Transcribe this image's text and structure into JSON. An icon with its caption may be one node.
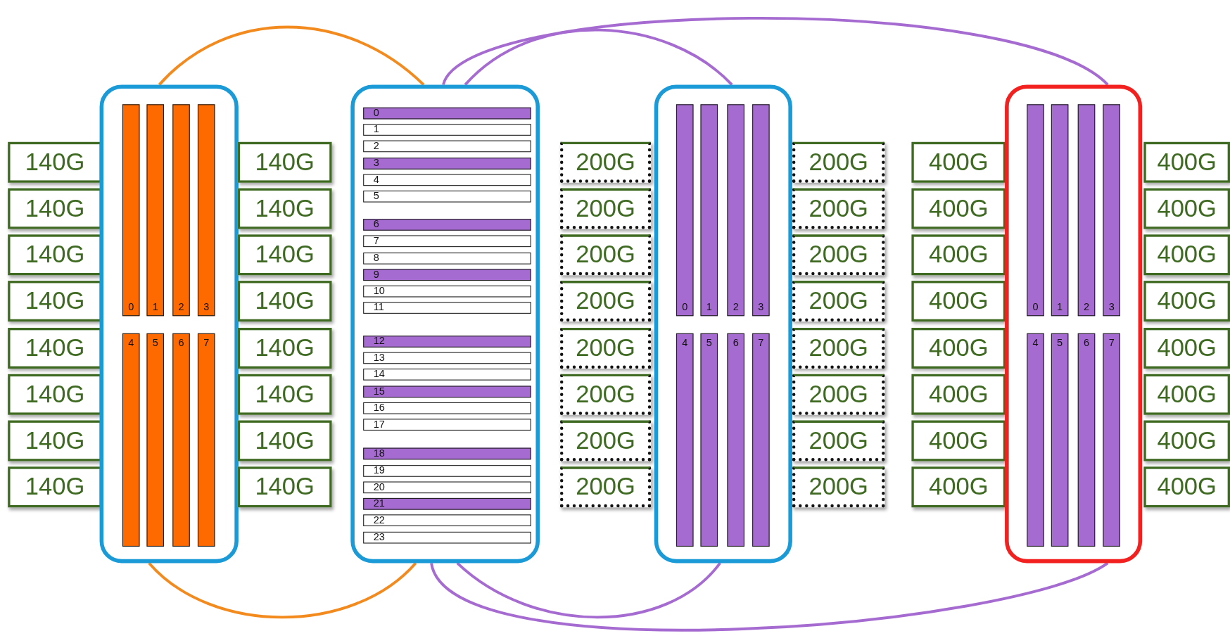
{
  "diagram": {
    "nodes": [
      {
        "text": [
          "140G"
        ]
      },
      {
        "text": [
          "140G"
        ]
      },
      {
        "text": [
          "140G"
        ]
      },
      {
        "text": [
          "140G"
        ]
      },
      {
        "text": [
          "140G"
        ]
      },
      {
        "text": [
          "140G"
        ]
      },
      {
        "text": [
          "140G"
        ]
      },
      {
        "text": [
          "140G"
        ]
      },
      {
        "text": [],
        "shape": "box"
      },
      {
        "text": [
          "0"
        ],
        "in": 8
      },
      {
        "text": [
          "1"
        ],
        "in": 8
      },
      {
        "text": [
          "2"
        ],
        "in": 8
      },
      {
        "text": [
          "3"
        ],
        "in": 8
      },
      {
        "text": [
          "4"
        ],
        "in": 8
      },
      {
        "text": [
          "5"
        ],
        "in": 8
      },
      {
        "text": [
          "6"
        ],
        "in": 8
      },
      {
        "text": [
          "7"
        ],
        "in": 8
      },
      {
        "text": [
          "140G"
        ]
      },
      {
        "text": [
          "140G"
        ]
      },
      {
        "text": [
          "140G"
        ]
      },
      {
        "text": [
          "140G"
        ]
      },
      {
        "text": [
          "140G"
        ]
      },
      {
        "text": [
          "140G"
        ]
      },
      {
        "text": [
          "140G"
        ]
      },
      {
        "text": [
          "140G"
        ]
      },
      {
        "text": [],
        "shape": "box"
      },
      {
        "text": [
          "0"
        ],
        "in": 25
      },
      {
        "text": [
          "1"
        ],
        "in": 25
      },
      {
        "text": [
          "2"
        ],
        "in": 25
      },
      {
        "text": [
          "3"
        ],
        "in": 25
      },
      {
        "text": [
          "4"
        ],
        "in": 25
      },
      {
        "text": [
          "5"
        ],
        "in": 25
      },
      {
        "text": [
          "6"
        ],
        "in": 25
      },
      {
        "text": [
          "7"
        ],
        "in": 25
      },
      {
        "text": [
          "8"
        ],
        "in": 25
      },
      {
        "text": [
          "9"
        ],
        "in": 25
      },
      {
        "text": [
          "10"
        ],
        "in": 25
      },
      {
        "text": [
          "11"
        ],
        "in": 25
      },
      {
        "text": [
          "12"
        ],
        "in": 25
      },
      {
        "text": [
          "13"
        ],
        "in": 25
      },
      {
        "text": [
          "14"
        ],
        "in": 25
      },
      {
        "text": [
          "15"
        ],
        "in": 25
      },
      {
        "text": [
          "16"
        ],
        "in": 25
      },
      {
        "text": [
          "17"
        ],
        "in": 25
      },
      {
        "text": [
          "18"
        ],
        "in": 25
      },
      {
        "text": [
          "19"
        ],
        "in": 25
      },
      {
        "text": [
          "20"
        ],
        "in": 25
      },
      {
        "text": [
          "21"
        ],
        "in": 25
      },
      {
        "text": [
          "22"
        ],
        "in": 25
      },
      {
        "text": [
          "23"
        ],
        "in": 25
      },
      {
        "text": [
          "200G"
        ]
      },
      {
        "text": [
          "200G"
        ]
      },
      {
        "text": [
          "200G"
        ]
      },
      {
        "text": [
          "200G"
        ]
      },
      {
        "text": [
          "200G"
        ]
      },
      {
        "text": [
          "200G"
        ]
      },
      {
        "text": [
          "200G"
        ]
      },
      {
        "text": [
          "200G"
        ]
      },
      {
        "text": [],
        "shape": "box"
      },
      {
        "text": [
          "0"
        ],
        "in": 58
      },
      {
        "text": [
          "1"
        ],
        "in": 58
      },
      {
        "text": [
          "2"
        ],
        "in": 58
      },
      {
        "text": [
          "3"
        ],
        "in": 58
      },
      {
        "text": [
          "4"
        ],
        "in": 58
      },
      {
        "text": [
          "5"
        ],
        "in": 58
      },
      {
        "text": [
          "6"
        ],
        "in": 58
      },
      {
        "text": [
          "7"
        ],
        "in": 58
      },
      {
        "text": [
          "200G"
        ]
      },
      {
        "text": [
          "200G"
        ]
      },
      {
        "text": [
          "200G"
        ]
      },
      {
        "text": [
          "200G"
        ]
      },
      {
        "text": [
          "200G"
        ]
      },
      {
        "text": [
          "200G"
        ]
      },
      {
        "text": [
          "200G"
        ]
      },
      {
        "text": [
          "200G"
        ]
      },
      {
        "text": [
          "400G"
        ]
      },
      {
        "text": [
          "400G"
        ]
      },
      {
        "text": [
          "400G"
        ]
      },
      {
        "text": [
          "400G"
        ]
      },
      {
        "text": [
          "400G"
        ]
      },
      {
        "text": [
          "400G"
        ]
      },
      {
        "text": [
          "400G"
        ]
      },
      {
        "text": [
          "400G"
        ]
      },
      {
        "text": [],
        "shape": "box"
      },
      {
        "text": [
          "0"
        ],
        "in": 83
      },
      {
        "text": [
          "1"
        ],
        "in": 83
      },
      {
        "text": [
          "2"
        ],
        "in": 83
      },
      {
        "text": [
          "3"
        ],
        "in": 83
      },
      {
        "text": [
          "4"
        ],
        "in": 83
      },
      {
        "text": [
          "5"
        ],
        "in": 83
      },
      {
        "text": [
          "6"
        ],
        "in": 83
      },
      {
        "text": [
          "7"
        ],
        "in": 83
      },
      {
        "text": [
          "400G"
        ]
      },
      {
        "text": [
          "400G"
        ]
      },
      {
        "text": [
          "400G"
        ]
      },
      {
        "text": [
          "400G"
        ]
      },
      {
        "text": [
          "400G"
        ]
      },
      {
        "text": [
          "400G"
        ]
      },
      {
        "text": [
          "400G"
        ]
      },
      {
        "text": [
          "400G"
        ]
      }
    ],
    "edges": [
      {
        "from": 8,
        "to": 25,
        "arrow": "none",
        "color": "#f28a1e"
      },
      {
        "from": 25,
        "to": 83,
        "arrow": "none"
      },
      {
        "from": 25,
        "to": 58,
        "arrow": "none"
      },
      {
        "from": 8,
        "to": 25,
        "arrow": "none",
        "color": "#f28a1e"
      },
      {
        "from": 25,
        "to": 58,
        "arrow": "none"
      },
      {
        "from": 25,
        "to": 83,
        "arrow": "none"
      }
    ]
  }
}
